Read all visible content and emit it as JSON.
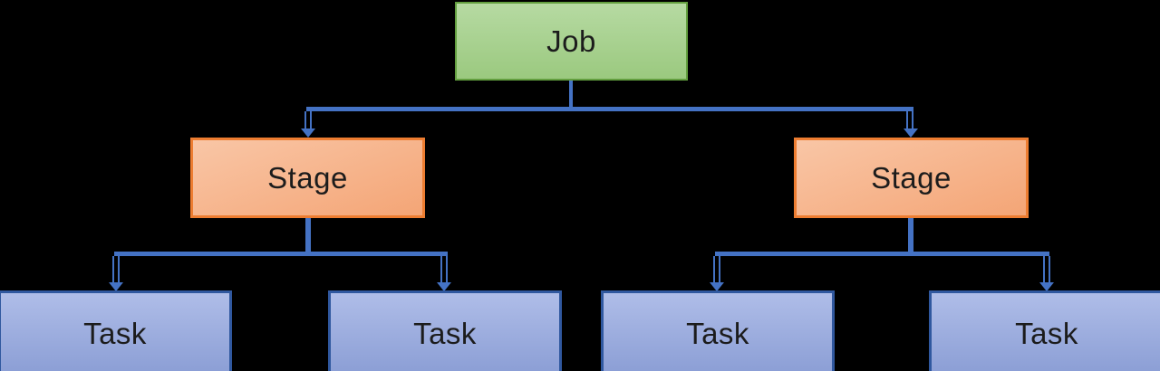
{
  "diagram": {
    "type": "hierarchy",
    "levels": [
      "Job",
      "Stage",
      "Task"
    ],
    "colors": {
      "background": "#000000",
      "connector": "#4472C4",
      "text": "#1C1C1C",
      "job_fill_top": "#B6DAA2",
      "job_fill_bottom": "#9BC97F",
      "job_border": "#639F3F",
      "stage_fill_top": "#F9C6A6",
      "stage_fill_bottom": "#F4A576",
      "stage_border": "#ED7D31",
      "task_fill_top": "#AFBDE8",
      "task_fill_bottom": "#8B9ED5",
      "task_border": "#30589F"
    },
    "nodes": {
      "job": {
        "label": "Job"
      },
      "stage_left": {
        "label": "Stage"
      },
      "stage_right": {
        "label": "Stage"
      },
      "task_1": {
        "label": "Task"
      },
      "task_2": {
        "label": "Task"
      },
      "task_3": {
        "label": "Task"
      },
      "task_4": {
        "label": "Task"
      }
    },
    "edges": [
      {
        "from": "job",
        "to": "stage_left"
      },
      {
        "from": "job",
        "to": "stage_right"
      },
      {
        "from": "stage_left",
        "to": "task_1"
      },
      {
        "from": "stage_left",
        "to": "task_2"
      },
      {
        "from": "stage_right",
        "to": "task_3"
      },
      {
        "from": "stage_right",
        "to": "task_4"
      }
    ]
  }
}
